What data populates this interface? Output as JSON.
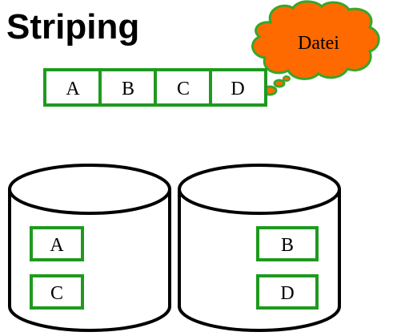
{
  "slide": {
    "title": "Striping"
  },
  "file": {
    "cloud_label": "Datei",
    "blocks": [
      "A",
      "B",
      "C",
      "D"
    ]
  },
  "disks": [
    {
      "blocks": [
        "A",
        "C"
      ]
    },
    {
      "blocks": [
        "B",
        "D"
      ]
    }
  ],
  "colors": {
    "block_border": "#1f9a1f",
    "cloud_fill": "#ff6a00",
    "cloud_outline": "#35a72a",
    "text": "#000000",
    "disk_stroke": "#000000"
  }
}
